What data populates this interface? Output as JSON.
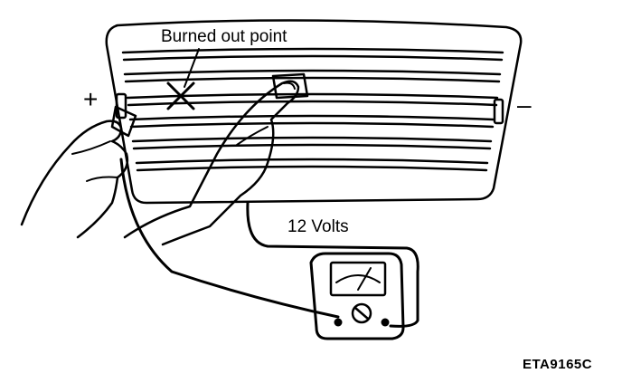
{
  "diagram": {
    "labels": {
      "burned_out_point": "Burned out point",
      "voltage": "12 Volts",
      "positive": "+",
      "negative": "–",
      "figure_code": "ETA9165C"
    },
    "colors": {
      "ink": "#000000",
      "background": "#ffffff"
    },
    "icons": {
      "burned_out_point_marker": "x-mark",
      "meter_adjust_screw": "slotted-screw"
    }
  }
}
